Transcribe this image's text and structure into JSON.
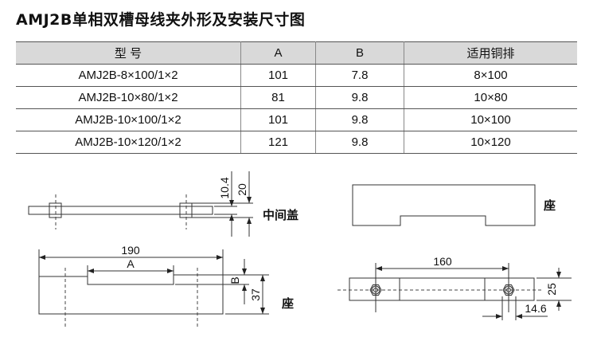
{
  "title": "AMJ2B单相双槽母线夹外形及安装尺寸图",
  "table": {
    "headers": [
      "型 号",
      "A",
      "B",
      "适用铜排"
    ],
    "rows": [
      [
        "AMJ2B-8×100/1×2",
        "101",
        "7.8",
        "8×100"
      ],
      [
        "AMJ2B-10×80/1×2",
        "81",
        "9.8",
        "10×80"
      ],
      [
        "AMJ2B-10×100/1×2",
        "101",
        "9.8",
        "10×100"
      ],
      [
        "AMJ2B-10×120/1×2",
        "121",
        "9.8",
        "10×120"
      ]
    ]
  },
  "drawings": {
    "cover_label": "中间盖",
    "base_label": "座",
    "base_label_right": "座",
    "dim_10_4": "10.4",
    "dim_20": "20",
    "dim_190": "190",
    "dim_A": "A",
    "dim_B": "B",
    "dim_37": "37",
    "dim_160": "160",
    "dim_25": "25",
    "dim_14_6": "14.6"
  }
}
